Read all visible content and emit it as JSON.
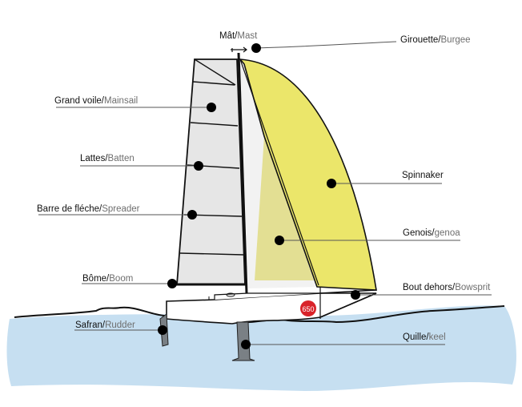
{
  "title": "Sailboat parts",
  "colors": {
    "spinnaker": "#ebe66a",
    "genoa": "#e3df93",
    "mainsail": "#e6e6e6",
    "water": "#c6dff1",
    "foils": "#7a8085",
    "badge": "#d9232a"
  },
  "hull_badge": "650",
  "labels": [
    {
      "id": "mast",
      "fr": "Mât/",
      "en": "Mast"
    },
    {
      "id": "burgee",
      "fr": "Girouette/",
      "en": "Burgee"
    },
    {
      "id": "mainsail",
      "fr": "Grand voile/",
      "en": "Mainsail"
    },
    {
      "id": "batten",
      "fr": "Lattes/",
      "en": "Batten"
    },
    {
      "id": "spreader",
      "fr": "Barre de fléche/",
      "en": "Spreader"
    },
    {
      "id": "boom",
      "fr": "Bôme/",
      "en": "Boom"
    },
    {
      "id": "rudder",
      "fr": "Safran/",
      "en": "Rudder"
    },
    {
      "id": "spinnaker",
      "fr": "Spinnaker",
      "en": ""
    },
    {
      "id": "genoa",
      "fr": "Genois/",
      "en": "genoa"
    },
    {
      "id": "bowsprit",
      "fr": "Bout dehors/",
      "en": "Bowsprit"
    },
    {
      "id": "keel",
      "fr": "Quille/",
      "en": "keel"
    }
  ]
}
